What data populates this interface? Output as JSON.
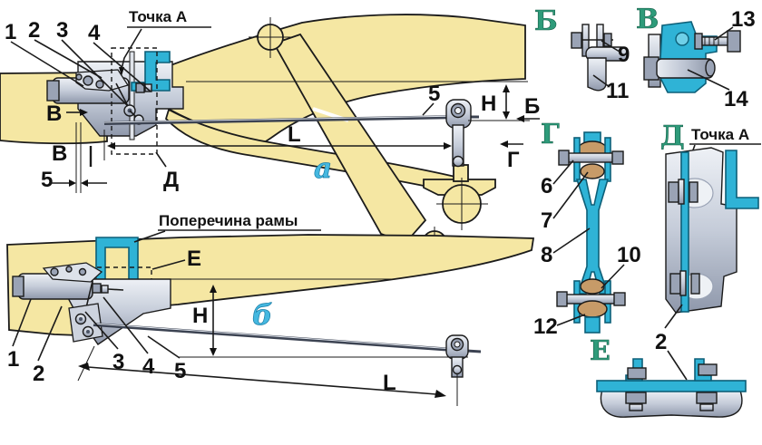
{
  "figure": {
    "colors": {
      "yellow": "#f5e7a3",
      "cyan": "#2fb3d6",
      "metal_light": "#e9edf3",
      "metal_dark": "#9aa3b5",
      "bushing_brown": "#c79b68",
      "panel_letter_green": "#2e9b7a",
      "view_letter_cyan": "#45b8e0",
      "line": "#1b1b1b"
    }
  },
  "view_a": {
    "name_label": "а",
    "point_a": "Точка А",
    "callout_1": "1",
    "callout_2": "2",
    "callout_3": "3",
    "callout_4": "4",
    "rod_label": "5",
    "gap_label": "5",
    "view_marker_v": "В",
    "section_marker_v": "В",
    "detail_d": "Д",
    "dim_h": "Н",
    "dim_l": "L",
    "view_marker_b": "Б",
    "view_marker_g": "Г"
  },
  "view_b": {
    "name_label": "б",
    "crossmember_label": "Поперечина рамы",
    "detail_e": "Е",
    "dim_h": "Н",
    "dim_l": "L",
    "callout_1": "1",
    "callout_2": "2",
    "callout_3": "3",
    "callout_4": "4",
    "callout_5": "5"
  },
  "panels": {
    "b": {
      "letter": "Б",
      "callout_9": "9",
      "callout_11": "11"
    },
    "v": {
      "letter": "В",
      "callout_13": "13",
      "callout_14": "14"
    },
    "g": {
      "letter": "Г",
      "callout_6": "6",
      "callout_7": "7",
      "callout_8": "8",
      "callout_10": "10",
      "callout_12": "12"
    },
    "d": {
      "letter": "Д",
      "point_a": "Точка А",
      "callout_2": "2"
    },
    "e": {
      "letter": "Е"
    }
  }
}
